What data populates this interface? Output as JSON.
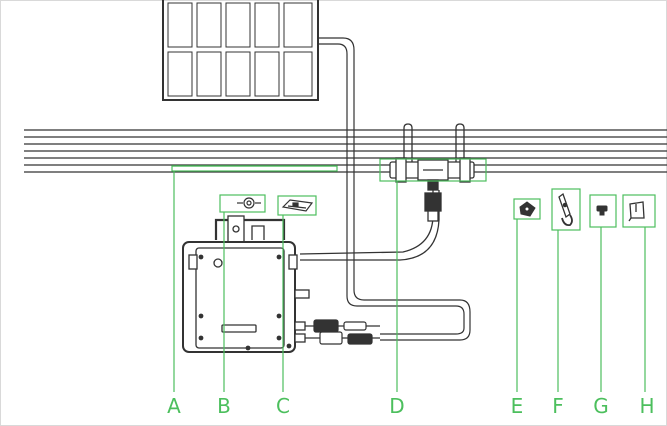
{
  "callouts": [
    {
      "id": "A",
      "label": "A"
    },
    {
      "id": "B",
      "label": "B"
    },
    {
      "id": "C",
      "label": "C"
    },
    {
      "id": "D",
      "label": "D"
    },
    {
      "id": "E",
      "label": "E"
    },
    {
      "id": "F",
      "label": "F"
    },
    {
      "id": "G",
      "label": "G"
    },
    {
      "id": "H",
      "label": "H"
    }
  ],
  "colors": {
    "line_art": "#333333",
    "callout": "#4cbf5d",
    "background": "#ffffff"
  }
}
